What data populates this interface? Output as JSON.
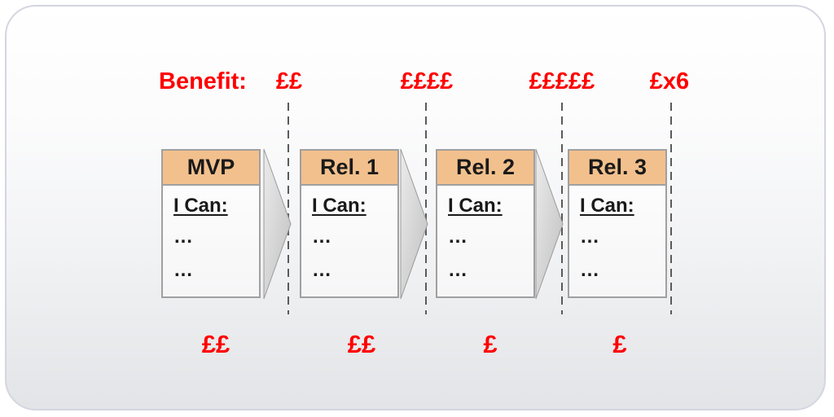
{
  "benefit": {
    "label": "Benefit:",
    "values": [
      "££",
      "££££",
      "£££££",
      "£x6"
    ]
  },
  "releases": [
    {
      "title": "MVP",
      "heading": "I Can:",
      "items": [
        "…",
        "…"
      ],
      "cost": "££"
    },
    {
      "title": "Rel. 1",
      "heading": "I Can:",
      "items": [
        "…",
        "…"
      ],
      "cost": "££"
    },
    {
      "title": "Rel. 2",
      "heading": "I Can:",
      "items": [
        "…",
        "…"
      ],
      "cost": "£"
    },
    {
      "title": "Rel. 3",
      "heading": "I Can:",
      "items": [
        "…",
        "…"
      ],
      "cost": "£"
    }
  ],
  "colors": {
    "accent_red": "#ff0000",
    "card_header_fill": "#f2c08d",
    "card_border": "#a0a0a0",
    "dashed_line": "#5a5a5a",
    "arrow_fill_light": "#ececec",
    "arrow_fill_dark": "#bfbfbf",
    "canvas_border": "#d4d6e0"
  }
}
